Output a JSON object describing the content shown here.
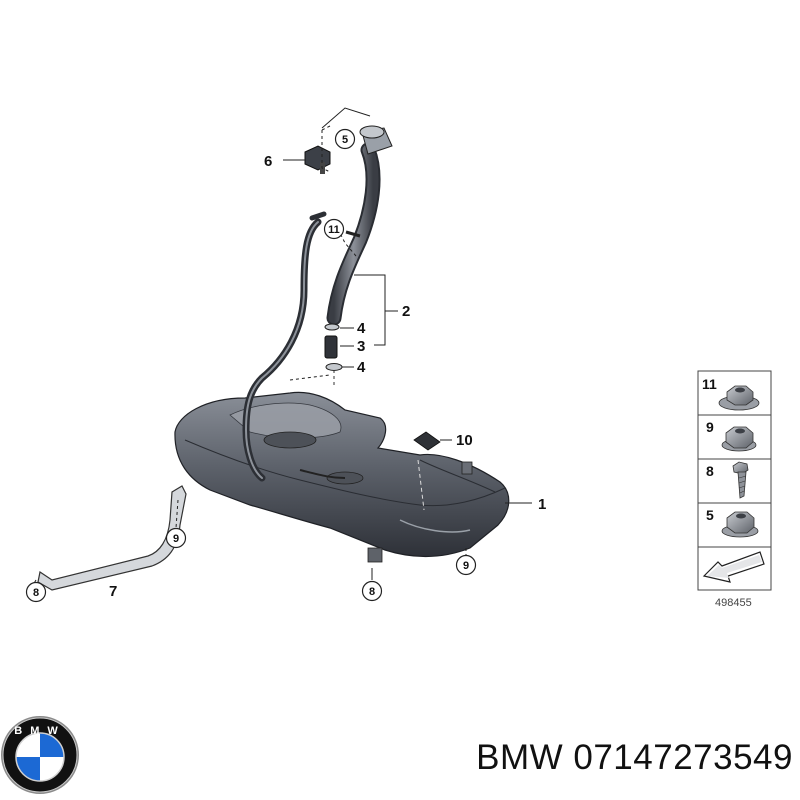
{
  "callouts": {
    "c1": "1",
    "c2": "2",
    "c3": "3",
    "c4a": "4",
    "c4b": "4",
    "c5": "5",
    "c6": "6",
    "c7": "7",
    "c8a": "8",
    "c8b": "8",
    "c9a": "9",
    "c9b": "9",
    "c10": "10",
    "c11": "11"
  },
  "legend": {
    "items": [
      {
        "number": "11"
      },
      {
        "number": "9"
      },
      {
        "number": "8"
      },
      {
        "number": "5"
      }
    ],
    "reference": "498455"
  },
  "brand": {
    "logo_letters": "BMW",
    "part_number_text": "BMW 07147273549",
    "colors": {
      "blue": "#1c69d4",
      "black": "#111111",
      "white": "#ffffff"
    }
  },
  "colors": {
    "tank_dark": "#3e424a",
    "tank_mid": "#5d626b",
    "tank_light": "#8a8f98"
  }
}
